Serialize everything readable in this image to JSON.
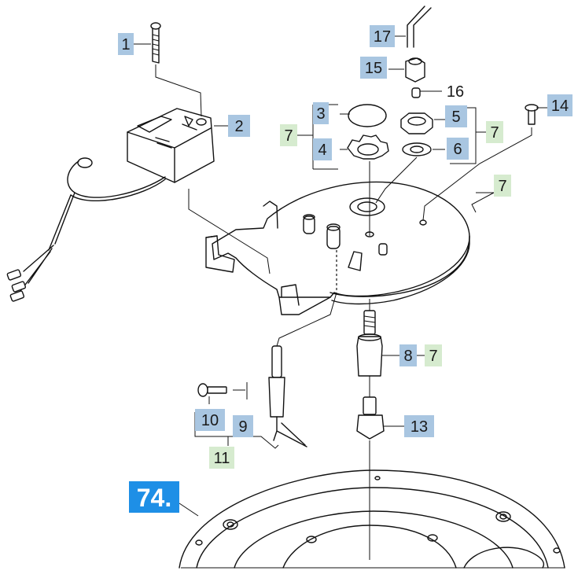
{
  "diagram": {
    "badge": "74.",
    "callouts": [
      {
        "id": "c1",
        "label": "1",
        "color": "#a9c6e1"
      },
      {
        "id": "c2",
        "label": "2",
        "color": "#a9c6e1"
      },
      {
        "id": "c3",
        "label": "3",
        "color": "#a9c6e1"
      },
      {
        "id": "c4",
        "label": "4",
        "color": "#a9c6e1"
      },
      {
        "id": "c5",
        "label": "5",
        "color": "#a9c6e1"
      },
      {
        "id": "c6",
        "label": "6",
        "color": "#a9c6e1"
      },
      {
        "id": "c7a",
        "label": "7",
        "color": "#d6ebcf"
      },
      {
        "id": "c7b",
        "label": "7",
        "color": "#d6ebcf"
      },
      {
        "id": "c7c",
        "label": "7",
        "color": "#d6ebcf"
      },
      {
        "id": "c7d",
        "label": "7",
        "color": "#d6ebcf"
      },
      {
        "id": "c8",
        "label": "8",
        "color": "#a9c6e1"
      },
      {
        "id": "c9",
        "label": "9",
        "color": "#a9c6e1"
      },
      {
        "id": "c10",
        "label": "10",
        "color": "#a9c6e1"
      },
      {
        "id": "c11",
        "label": "11",
        "color": "#d6ebcf"
      },
      {
        "id": "c13",
        "label": "13",
        "color": "#a9c6e1"
      },
      {
        "id": "c14",
        "label": "14",
        "color": "#a9c6e1"
      },
      {
        "id": "c15",
        "label": "15",
        "color": "#a9c6e1"
      },
      {
        "id": "c16",
        "label": "16",
        "color": "#ffffff"
      },
      {
        "id": "c17",
        "label": "17",
        "color": "#a9c6e1"
      }
    ],
    "colors": {
      "part_callout": "#a9c6e1",
      "kit_callout": "#d6ebcf",
      "badge": "#1e8fe6"
    }
  }
}
